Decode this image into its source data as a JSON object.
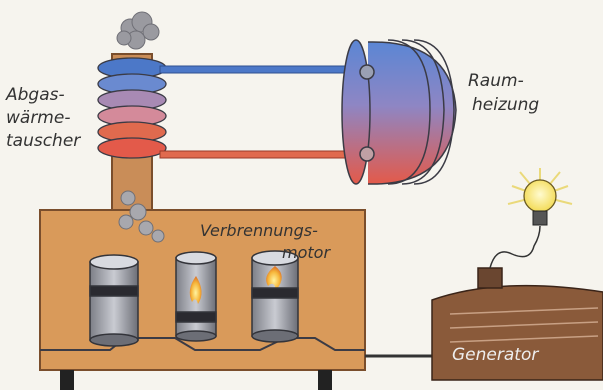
{
  "labels": {
    "exhaust_exchanger": [
      "Abgas-",
      "wärme-",
      "tauscher"
    ],
    "room_heating": [
      "Raum-",
      "heizung"
    ],
    "engine": [
      "Verbrennungs-",
      "motor"
    ],
    "generator": "Generator"
  },
  "colors": {
    "paper": "#f6f4ee",
    "engine_body": "#d99a5a",
    "hot_pipe": "#e06a4e",
    "cold_pipe": "#4c78c8",
    "radiator_top": "#5b86d4",
    "radiator_bottom": "#e35a4a",
    "generator": "#8a5a3a",
    "bulb": "#f7e26a"
  },
  "icons": [
    "smoke-icon",
    "lightbulb-icon",
    "flame-icon"
  ]
}
